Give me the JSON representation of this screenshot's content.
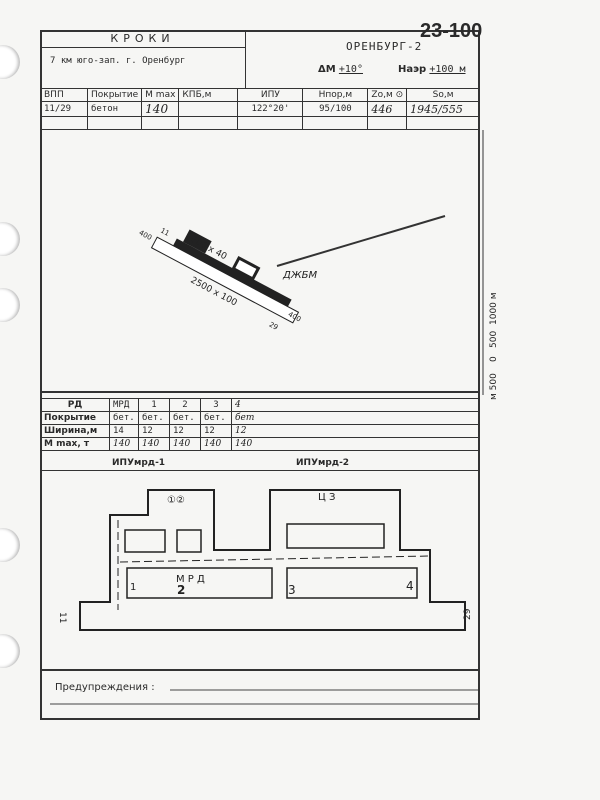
{
  "sheet_number": "23-100",
  "airport": "ОРЕНБУРГ-2",
  "title": "КРОКИ",
  "location": "7 км юго-зап. г. Оренбург",
  "delta_m_label": "ΔM",
  "delta_m": "+10°",
  "h_aer_label": "Hаэр",
  "h_aer": "+100 м",
  "runway_table": {
    "headers": [
      "ВПП",
      "Покрытие",
      "M max",
      "КПБ,м",
      "ИПУ",
      "Hпор,м",
      "Zо,м ⊙",
      "Sо,м"
    ],
    "rows": [
      [
        "11/29",
        "бетон",
        "140",
        "",
        "122°20'",
        "95/100",
        "446",
        "1945/555"
      ]
    ]
  },
  "sketch": {
    "runway_labels": [
      "2500 x 40",
      "2500 x 100",
      "400",
      "400",
      "11",
      "29",
      "ДЖБМ"
    ],
    "scale": [
      "м 500",
      "0",
      "500",
      "1000 м"
    ]
  },
  "taxiway_table": {
    "headers": [
      "РД",
      "МРД",
      "1",
      "2",
      "3",
      "4"
    ],
    "rows": [
      [
        "Покрытие",
        "бет.",
        "бет.",
        "бет.",
        "бет.",
        "бет"
      ],
      [
        "Ширина,м",
        "14",
        "12",
        "12",
        "12",
        "12"
      ],
      [
        "M max, т",
        "140",
        "140",
        "140",
        "140",
        "140"
      ]
    ],
    "ipu_mrd_1": "ИПУмрд-1",
    "ipu_mrd_2": "ИПУмрд-2"
  },
  "scheme": {
    "labels": [
      "①②",
      "Ц З",
      "М Р Д",
      "1",
      "2",
      "3",
      "4",
      "11",
      "29"
    ]
  },
  "warnings_label": "Предупреждения :"
}
